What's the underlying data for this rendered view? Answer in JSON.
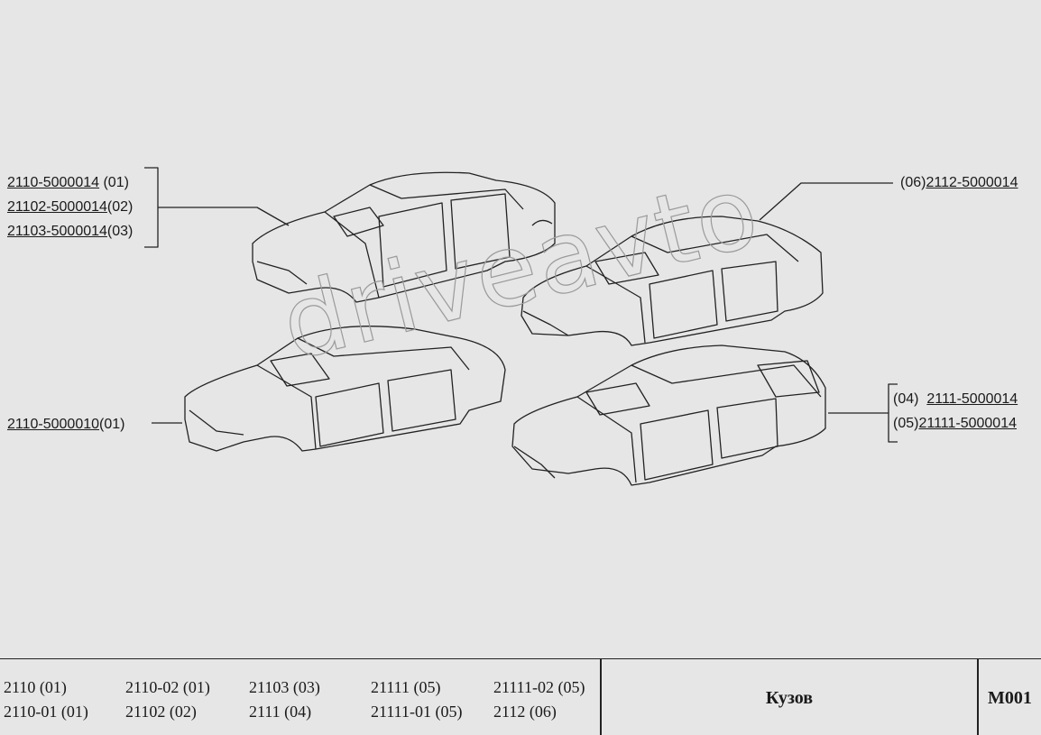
{
  "callouts": {
    "left_group": [
      {
        "part": "2110-5000014",
        "variant": " (01)"
      },
      {
        "part": "21102-5000014",
        "variant": "(02)"
      },
      {
        "part": "21103-5000014",
        "variant": "(03)"
      }
    ],
    "left_single": {
      "part": "2110-5000010",
      "variant": "(01)"
    },
    "right_top": {
      "variant": "(06)",
      "part": "2112-5000014"
    },
    "right_group": [
      {
        "variant": "(04)",
        "part": "2111-5000014"
      },
      {
        "variant": "(05)",
        "part": "21111-5000014"
      }
    ]
  },
  "watermark": "driveavto",
  "footer": {
    "variants": [
      [
        "2110 (01)",
        "2110-01 (01)"
      ],
      [
        "2110-02 (01)",
        "21102 (02)"
      ],
      [
        "21103 (03)",
        "2111 (04)"
      ],
      [
        "21111 (05)",
        "21111-01 (05)"
      ],
      [
        "21111-02 (05)",
        "2112 (06)"
      ]
    ],
    "title": "Кузов",
    "code": "M001"
  }
}
